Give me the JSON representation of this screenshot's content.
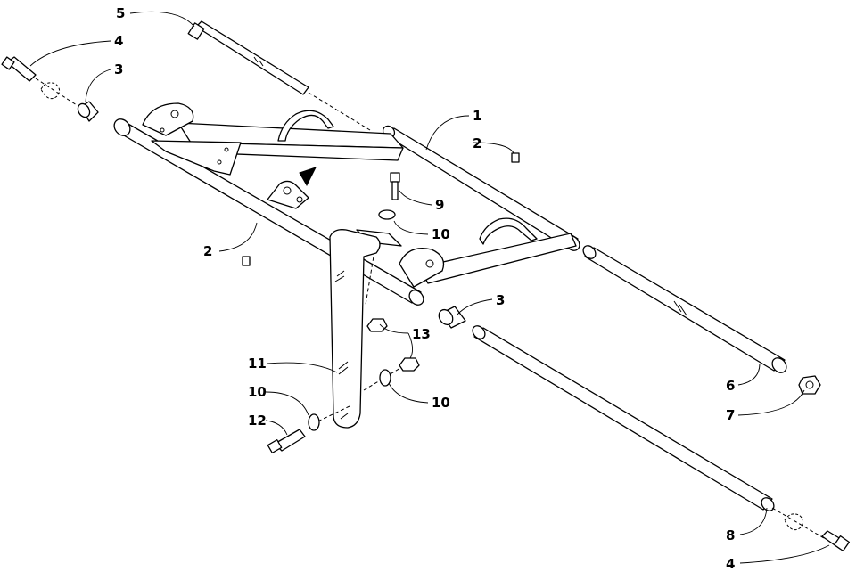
{
  "callouts": [
    {
      "id": "c5",
      "text": "5"
    },
    {
      "id": "c4a",
      "text": "4"
    },
    {
      "id": "c3a",
      "text": "3"
    },
    {
      "id": "c1",
      "text": "1"
    },
    {
      "id": "c2a",
      "text": "2"
    },
    {
      "id": "c9",
      "text": "9"
    },
    {
      "id": "c10a",
      "text": "10"
    },
    {
      "id": "c2b",
      "text": "2"
    },
    {
      "id": "c3b",
      "text": "3"
    },
    {
      "id": "c13",
      "text": "13"
    },
    {
      "id": "c11",
      "text": "11"
    },
    {
      "id": "c10b",
      "text": "10"
    },
    {
      "id": "c10c",
      "text": "10"
    },
    {
      "id": "c12",
      "text": "12"
    },
    {
      "id": "c6",
      "text": "6"
    },
    {
      "id": "c7",
      "text": "7"
    },
    {
      "id": "c8",
      "text": "8"
    },
    {
      "id": "c4b",
      "text": "4"
    }
  ]
}
